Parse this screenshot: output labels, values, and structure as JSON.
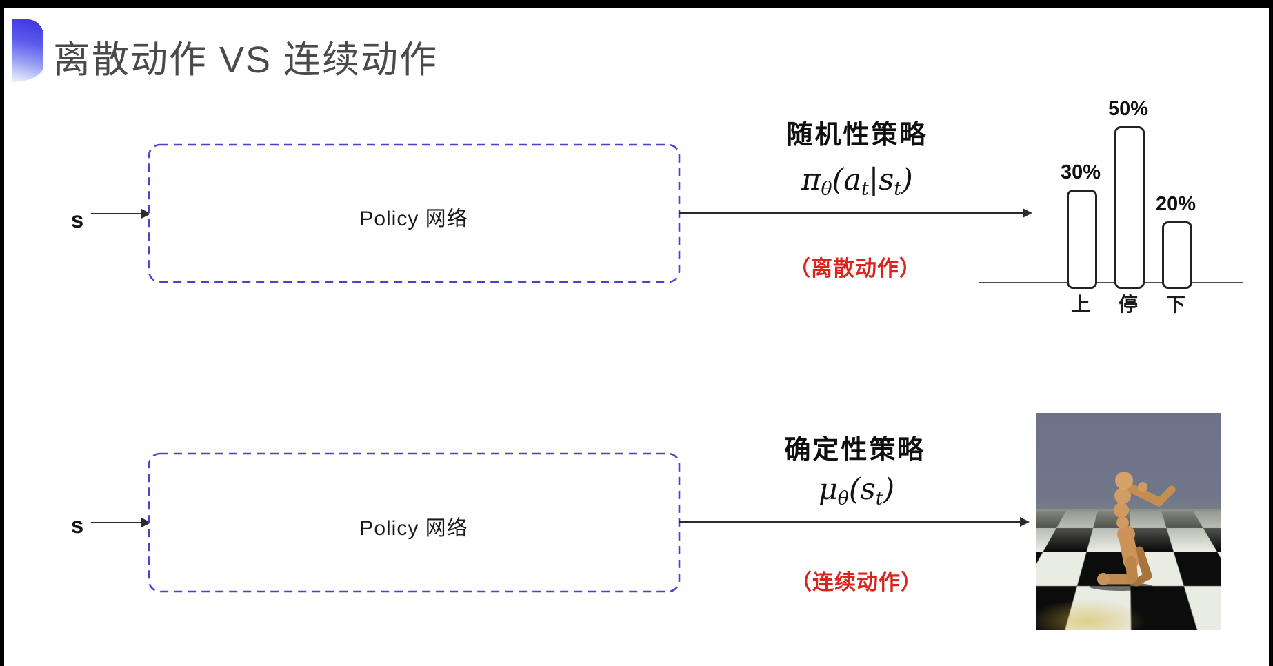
{
  "slide_title": "离散动作 VS 连续动作",
  "colors": {
    "accent_blue": "#4545d0",
    "annotation_red": "#d9251d",
    "title_gray": "#4a4a4a",
    "arrow_black": "#2b2b2b"
  },
  "top_flow": {
    "input_label": "s",
    "box_label": "Policy 网络",
    "policy_type": "随机性策略",
    "formula_tokens": [
      {
        "t": "π"
      },
      {
        "t": "θ",
        "sub": true
      },
      {
        "t": "("
      },
      {
        "t": "a"
      },
      {
        "t": "t",
        "sub": true
      },
      {
        "t": "|"
      },
      {
        "t": "s"
      },
      {
        "t": "t",
        "sub": true
      },
      {
        "t": ")"
      }
    ],
    "annotation": "（离散动作）"
  },
  "bottom_flow": {
    "input_label": "s",
    "box_label": "Policy 网络",
    "policy_type": "确定性策略",
    "formula_tokens": [
      {
        "t": "μ"
      },
      {
        "t": "θ",
        "sub": true
      },
      {
        "t": "("
      },
      {
        "t": "s"
      },
      {
        "t": "t",
        "sub": true
      },
      {
        "t": ")"
      }
    ],
    "annotation": "（连续动作）"
  },
  "chart_data": {
    "type": "bar",
    "categories": [
      "上",
      "停",
      "下"
    ],
    "values": [
      30,
      50,
      20
    ],
    "value_labels": [
      "30%",
      "50%",
      "20%"
    ],
    "title": "",
    "xlabel": "",
    "ylabel": "",
    "ylim": [
      0,
      55
    ],
    "grid": false,
    "legend": false
  },
  "robot_image": {
    "alt": "humanoid robot on checkerboard floor"
  }
}
